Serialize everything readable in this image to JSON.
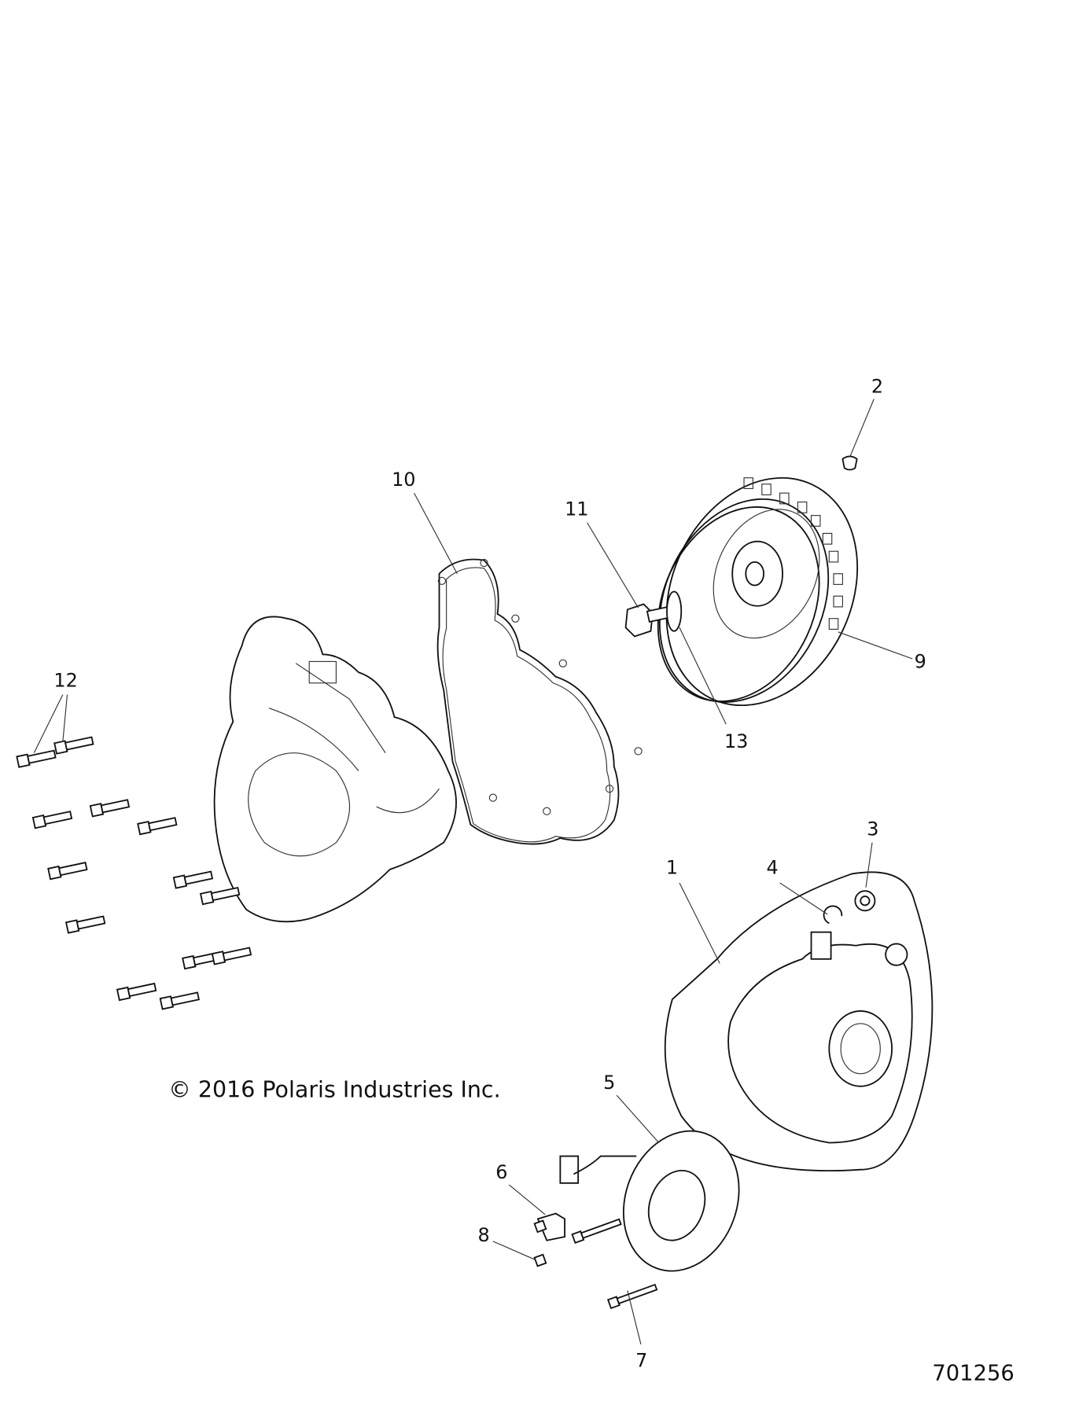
{
  "diagram": {
    "callouts": {
      "c1": "1",
      "c2": "2",
      "c3": "3",
      "c4": "4",
      "c5": "5",
      "c6": "6",
      "c7": "7",
      "c8": "8",
      "c9": "9",
      "c10": "10",
      "c11": "11",
      "c12": "12",
      "c13": "13"
    },
    "copyright": "© 2016 Polaris Industries Inc.",
    "figure_number": "701256"
  }
}
